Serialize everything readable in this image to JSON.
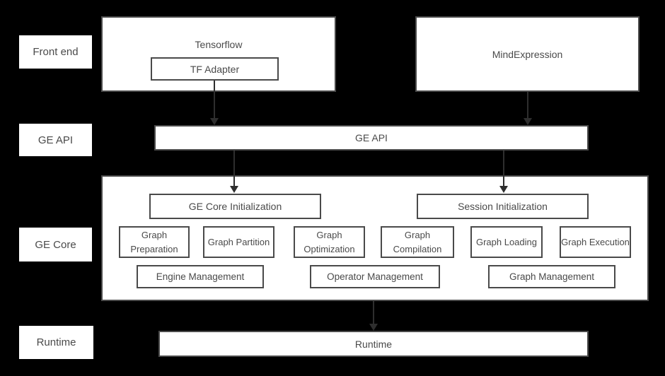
{
  "colors": {
    "background": "#000000",
    "box_fill": "#ffffff",
    "box_border": "#4a4a4a",
    "text": "#4a4a4a",
    "arrow": "#2e2e2e"
  },
  "lane_labels": {
    "front_end": "Front end",
    "ge_api": "GE API",
    "ge_core": "GE Core",
    "runtime": "Runtime"
  },
  "front_end": {
    "tensorflow_title": "Tensorflow",
    "tf_adapter": "TF Adapter",
    "mind_expression": "MindExpression"
  },
  "ge_api_bar_label": "GE API",
  "ge_core": {
    "ge_core_initialization": "GE Core Initialization",
    "session_initialization": "Session Initialization",
    "stages": [
      "Graph Preparation",
      "Graph Partition",
      "Graph Optimization",
      "Graph Compilation",
      "Graph Loading",
      "Graph Execution"
    ],
    "management": [
      "Engine Management",
      "Operator Management",
      "Graph Management"
    ]
  },
  "runtime_bar_label": "Runtime"
}
